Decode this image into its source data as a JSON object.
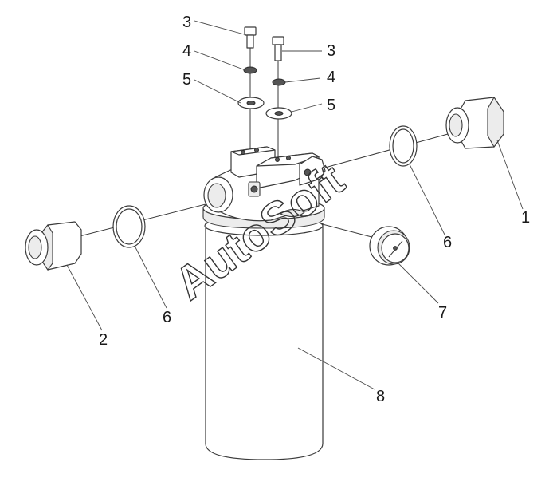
{
  "callouts": {
    "c1": "1",
    "c2": "2",
    "c3a": "3",
    "c3b": "3",
    "c4a": "4",
    "c4b": "4",
    "c5a": "5",
    "c5b": "5",
    "c6a": "6",
    "c6b": "6",
    "c7": "7",
    "c8": "8"
  },
  "watermark": "AutoSoft"
}
